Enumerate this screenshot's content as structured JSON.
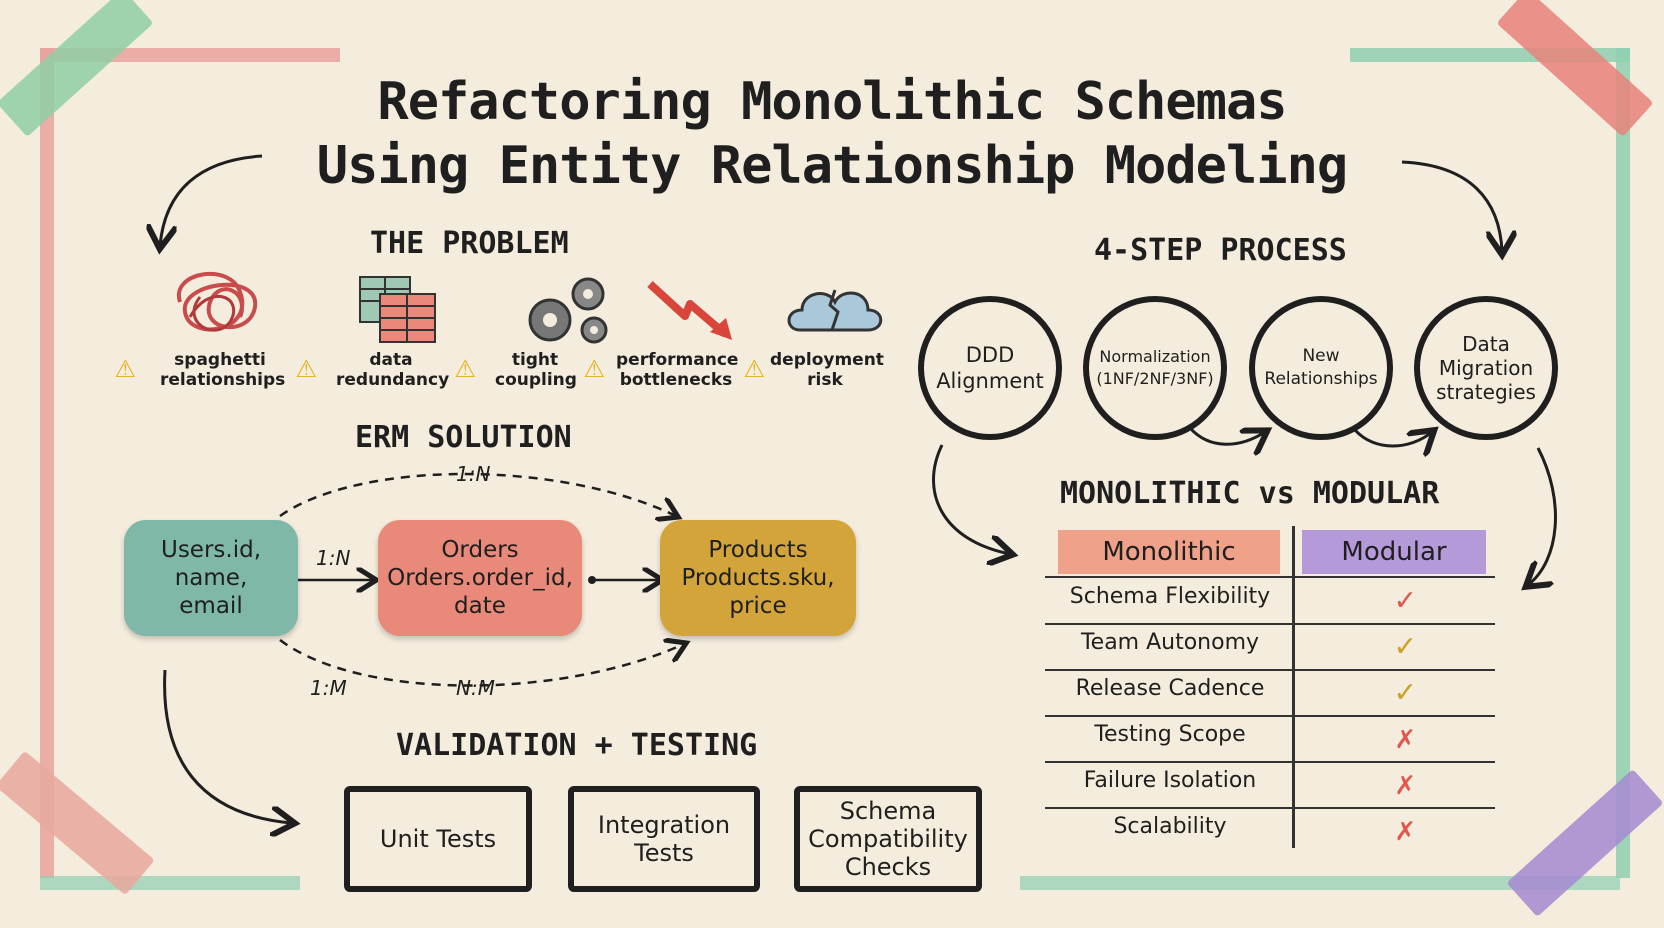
{
  "title_line1": "Refactoring Monolithic Schemas",
  "title_line2": "Using Entity Relationship Modeling",
  "problem": {
    "heading": "THE PROBLEM",
    "items": [
      {
        "icon": "tangle-icon",
        "label1": "spaghetti",
        "label2": "relationships"
      },
      {
        "icon": "duplicate-tables-icon",
        "label1": "data",
        "label2": "redundancy"
      },
      {
        "icon": "gears-icon",
        "label1": "tight",
        "label2": "coupling"
      },
      {
        "icon": "downtrend-arrow-icon",
        "label1": "performance",
        "label2": "bottlenecks"
      },
      {
        "icon": "broken-cloud-icon",
        "label1": "deployment",
        "label2": "risk"
      }
    ]
  },
  "erm": {
    "heading": "ERM SOLUTION",
    "users": {
      "line1": "Users.id,",
      "line2": "name,",
      "line3": "email"
    },
    "orders": {
      "line1": "Orders",
      "line2": "Orders.order_id,",
      "line3": "date"
    },
    "products": {
      "line1": "Products",
      "line2": "Products.sku,",
      "line3": "price"
    },
    "rel_top": "1:N",
    "rel_mid": "1:N",
    "rel_bottom_left": "1:M",
    "rel_bottom_mid": "N:M",
    "colors": {
      "users": "#7fb8a8",
      "orders": "#e9897a",
      "products": "#d3a43a"
    }
  },
  "process": {
    "heading": "4-STEP PROCESS",
    "steps": [
      {
        "line1": "DDD",
        "line2": "Alignment"
      },
      {
        "line1": "Normalization",
        "line2": "(1NF/2NF/3NF)"
      },
      {
        "line1": "New",
        "line2": "Relationships"
      },
      {
        "line1": "Data",
        "line2": "Migration",
        "line3": "strategies"
      }
    ]
  },
  "compare": {
    "heading": "MONOLITHIC vs MODULAR",
    "col1": "Monolithic",
    "col2": "Modular",
    "rows": [
      {
        "label": "Schema Flexibility",
        "mark": "✓",
        "color": "#e2574c"
      },
      {
        "label": "Team Autonomy",
        "mark": "✓",
        "color": "#c9a227"
      },
      {
        "label": "Release Cadence",
        "mark": "✓",
        "color": "#c9a227"
      },
      {
        "label": "Testing Scope",
        "mark": "✗",
        "color": "#e2574c"
      },
      {
        "label": "Failure Isolation",
        "mark": "✗",
        "color": "#e2574c"
      },
      {
        "label": "Scalability",
        "mark": "✗",
        "color": "#e2574c"
      }
    ]
  },
  "validation": {
    "heading": "VALIDATION + TESTING",
    "boxes": [
      {
        "line1": "Unit Tests"
      },
      {
        "line1": "Integration",
        "line2": "Tests"
      },
      {
        "line1": "Schema",
        "line2": "Compatibility",
        "line3": "Checks"
      }
    ]
  }
}
